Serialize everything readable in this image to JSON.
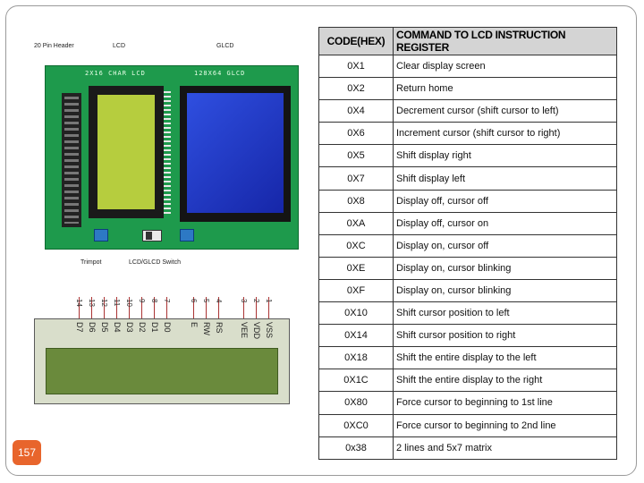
{
  "board": {
    "callouts": {
      "header": "20 Pin Header",
      "lcd": "LCD",
      "glcd": "GLCD",
      "trimpot": "Trimpot",
      "switch": "LCD/GLCD Switch"
    },
    "silkscreen": {
      "lcd": "2X16 CHAR LCD",
      "glcd": "128X64 GLCD"
    }
  },
  "pinout": {
    "pins": [
      {
        "num": "14",
        "name": "D7"
      },
      {
        "num": "13",
        "name": "D6"
      },
      {
        "num": "12",
        "name": "D5"
      },
      {
        "num": "11",
        "name": "D4"
      },
      {
        "num": "10",
        "name": "D3"
      },
      {
        "num": "9",
        "name": "D2"
      },
      {
        "num": "8",
        "name": "D1"
      },
      {
        "num": "7",
        "name": "D0"
      },
      {
        "num": "6",
        "name": "E"
      },
      {
        "num": "5",
        "name": "RW"
      },
      {
        "num": "4",
        "name": "RS"
      },
      {
        "num": "3",
        "name": "VEE"
      },
      {
        "num": "2",
        "name": "VDD"
      },
      {
        "num": "1",
        "name": "VSS"
      }
    ]
  },
  "table": {
    "headers": [
      "CODE(HEX)",
      "COMMAND TO LCD INSTRUCTION REGISTER"
    ],
    "rows": [
      {
        "code": "0X1",
        "command": "Clear display screen"
      },
      {
        "code": "0X2",
        "command": "Return home"
      },
      {
        "code": "0X4",
        "command": "Decrement cursor (shift cursor to left)"
      },
      {
        "code": "0X6",
        "command": "Increment cursor (shift cursor to right)"
      },
      {
        "code": "0X5",
        "command": "Shift display right"
      },
      {
        "code": "0X7",
        "command": "Shift display left"
      },
      {
        "code": "0X8",
        "command": "Display off, cursor off"
      },
      {
        "code": "0XA",
        "command": "Display off, cursor on"
      },
      {
        "code": "0XC",
        "command": "Display on, cursor off"
      },
      {
        "code": "0XE",
        "command": "Display on, cursor blinking"
      },
      {
        "code": "0XF",
        "command": "Display on, cursor blinking"
      },
      {
        "code": "0X10",
        "command": "Shift cursor position to left"
      },
      {
        "code": "0X14",
        "command": "Shift cursor position to right"
      },
      {
        "code": "0X18",
        "command": "Shift the entire display to the left"
      },
      {
        "code": "0X1C",
        "command": "Shift the entire display to the right"
      },
      {
        "code": "0X80",
        "command": "Force cursor to beginning to 1st line"
      },
      {
        "code": "0XC0",
        "command": "Force cursor to beginning to 2nd line"
      },
      {
        "code": "0x38",
        "command": "2 lines and 5x7 matrix"
      }
    ]
  },
  "page_number": "157",
  "colors": {
    "pcb": "#1e9a4c",
    "lcd_glass": "#b6cd3e",
    "glcd_glass": "#2f4fe0",
    "table_header": "#d4d4d4",
    "page_badge": "#e8652c"
  }
}
